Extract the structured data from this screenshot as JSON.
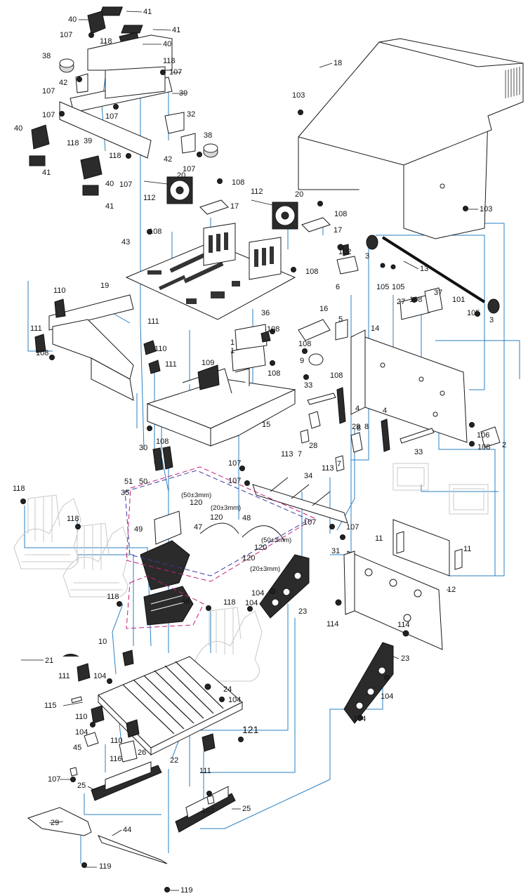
{
  "callouts": [
    {
      "text": "41"
    },
    {
      "text": "40"
    },
    {
      "text": "41"
    },
    {
      "text": "107"
    },
    {
      "text": "40"
    },
    {
      "text": "118"
    },
    {
      "text": "118"
    },
    {
      "text": "107"
    },
    {
      "text": "38"
    },
    {
      "text": "107"
    },
    {
      "text": "42"
    },
    {
      "text": "39"
    },
    {
      "text": "107"
    },
    {
      "text": "107"
    },
    {
      "text": "32"
    },
    {
      "text": "118"
    },
    {
      "text": "39"
    },
    {
      "text": "40"
    },
    {
      "text": "38"
    },
    {
      "text": "42"
    },
    {
      "text": "107"
    },
    {
      "text": "41"
    },
    {
      "text": "118"
    },
    {
      "text": "40"
    },
    {
      "text": "107"
    },
    {
      "text": "41"
    },
    {
      "text": "18"
    },
    {
      "text": "103"
    },
    {
      "text": "103"
    },
    {
      "text": "20"
    },
    {
      "text": "108"
    },
    {
      "text": "112"
    },
    {
      "text": "17"
    },
    {
      "text": "112"
    },
    {
      "text": "20"
    },
    {
      "text": "108"
    },
    {
      "text": "17"
    },
    {
      "text": "108"
    },
    {
      "text": "43"
    },
    {
      "text": "102"
    },
    {
      "text": "3"
    },
    {
      "text": "108"
    },
    {
      "text": "13"
    },
    {
      "text": "105"
    },
    {
      "text": "105"
    },
    {
      "text": "6"
    },
    {
      "text": "37"
    },
    {
      "text": "27"
    },
    {
      "text": "108"
    },
    {
      "text": "101"
    },
    {
      "text": "110"
    },
    {
      "text": "19"
    },
    {
      "text": "16"
    },
    {
      "text": "36"
    },
    {
      "text": "105"
    },
    {
      "text": "3"
    },
    {
      "text": "5"
    },
    {
      "text": "14"
    },
    {
      "text": "111"
    },
    {
      "text": "108"
    },
    {
      "text": "111"
    },
    {
      "text": "108"
    },
    {
      "text": "9"
    },
    {
      "text": "1"
    },
    {
      "text": "108"
    },
    {
      "text": "1"
    },
    {
      "text": "108"
    },
    {
      "text": "110"
    },
    {
      "text": "111"
    },
    {
      "text": "109"
    },
    {
      "text": "108"
    },
    {
      "text": "33"
    },
    {
      "text": "4"
    },
    {
      "text": "8"
    },
    {
      "text": "4"
    },
    {
      "text": "106"
    },
    {
      "text": "2"
    },
    {
      "text": "108"
    },
    {
      "text": "15"
    },
    {
      "text": "28"
    },
    {
      "text": "113"
    },
    {
      "text": "7"
    },
    {
      "text": "28"
    },
    {
      "text": "8"
    },
    {
      "text": "33"
    },
    {
      "text": "113"
    },
    {
      "text": "7"
    },
    {
      "text": "30"
    },
    {
      "text": "108"
    },
    {
      "text": "107"
    },
    {
      "text": "51"
    },
    {
      "text": "50"
    },
    {
      "text": "107"
    },
    {
      "text": "34"
    },
    {
      "text": "35"
    },
    {
      "text": "118"
    },
    {
      "text": "120"
    },
    {
      "text": "118"
    },
    {
      "text": "120"
    },
    {
      "text": "49"
    },
    {
      "text": "48"
    },
    {
      "text": "107"
    },
    {
      "text": "120"
    },
    {
      "text": "107"
    },
    {
      "text": "11"
    },
    {
      "text": "120"
    },
    {
      "text": "47"
    },
    {
      "text": "31"
    },
    {
      "text": "11"
    },
    {
      "text": "12"
    },
    {
      "text": "104"
    },
    {
      "text": "118"
    },
    {
      "text": "118"
    },
    {
      "text": "104"
    },
    {
      "text": "23"
    },
    {
      "text": "46"
    },
    {
      "text": "114"
    },
    {
      "text": "114"
    },
    {
      "text": "10"
    },
    {
      "text": "23"
    },
    {
      "text": "21"
    },
    {
      "text": "111"
    },
    {
      "text": "104"
    },
    {
      "text": "24"
    },
    {
      "text": "104"
    },
    {
      "text": "104"
    },
    {
      "text": "115"
    },
    {
      "text": "104"
    },
    {
      "text": "110"
    },
    {
      "text": "104"
    },
    {
      "text": "45"
    },
    {
      "text": "121"
    },
    {
      "text": "110"
    },
    {
      "text": "116"
    },
    {
      "text": "26"
    },
    {
      "text": "22"
    },
    {
      "text": "111"
    },
    {
      "text": "107"
    },
    {
      "text": "25"
    },
    {
      "text": "107"
    },
    {
      "text": "25"
    },
    {
      "text": "29"
    },
    {
      "text": "44"
    },
    {
      "text": "119"
    },
    {
      "text": "119"
    }
  ],
  "dimension_notes": [
    {
      "text": "(50±3mm)"
    },
    {
      "text": "(20±3mm)"
    },
    {
      "text": "(50±3mm)"
    },
    {
      "text": "(20±3mm)"
    }
  ]
}
